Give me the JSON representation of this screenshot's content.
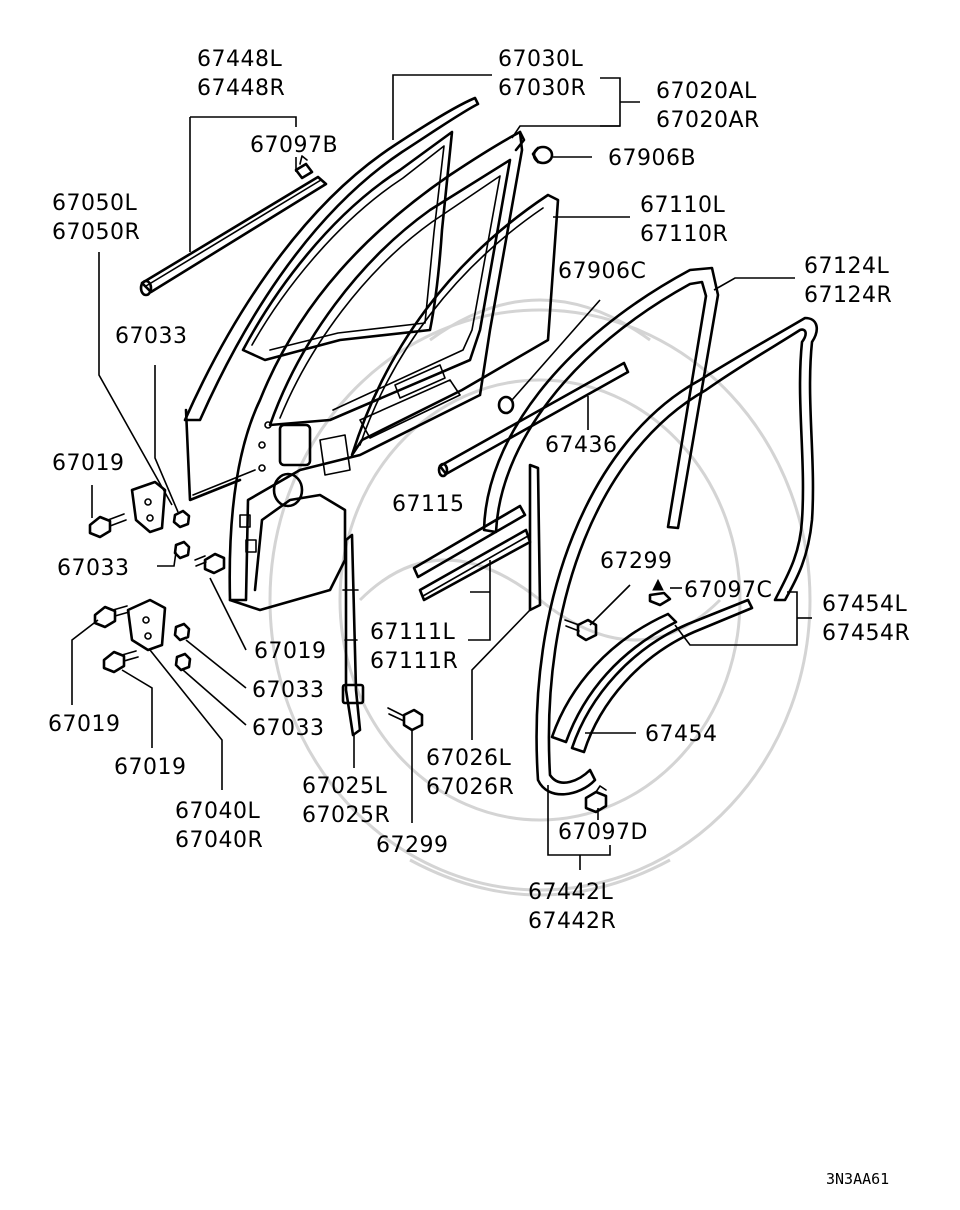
{
  "diagram": {
    "code": "3N3AA61",
    "labels": {
      "l_67448": [
        "67448L",
        "67448R"
      ],
      "l_67030": [
        "67030L",
        "67030R"
      ],
      "l_67020": [
        "67020AL",
        "67020AR"
      ],
      "l_67097B": [
        "67097B"
      ],
      "l_67906B": [
        "67906B"
      ],
      "l_67050": [
        "67050L",
        "67050R"
      ],
      "l_67110": [
        "67110L",
        "67110R"
      ],
      "l_67906C": [
        "67906C"
      ],
      "l_67124": [
        "67124L",
        "67124R"
      ],
      "l_67033_a": [
        "67033"
      ],
      "l_67436": [
        "67436"
      ],
      "l_67019_a": [
        "67019"
      ],
      "l_67115": [
        "67115"
      ],
      "l_67299_a": [
        "67299"
      ],
      "l_67033_b": [
        "67033"
      ],
      "l_67097C": [
        "67097C"
      ],
      "l_67454LR": [
        "67454L",
        "67454R"
      ],
      "l_67111": [
        "67111L",
        "67111R"
      ],
      "l_67019_b": [
        "67019"
      ],
      "l_67033_c": [
        "67033"
      ],
      "l_67019_c": [
        "67019"
      ],
      "l_67033_d": [
        "67033"
      ],
      "l_67454": [
        "67454"
      ],
      "l_67026": [
        "67026L",
        "67026R"
      ],
      "l_67019_d": [
        "67019"
      ],
      "l_67025": [
        "67025L",
        "67025R"
      ],
      "l_67040": [
        "67040L",
        "67040R"
      ],
      "l_67097D": [
        "67097D"
      ],
      "l_67299_b": [
        "67299"
      ],
      "l_67442": [
        "67442L",
        "67442R"
      ]
    }
  }
}
